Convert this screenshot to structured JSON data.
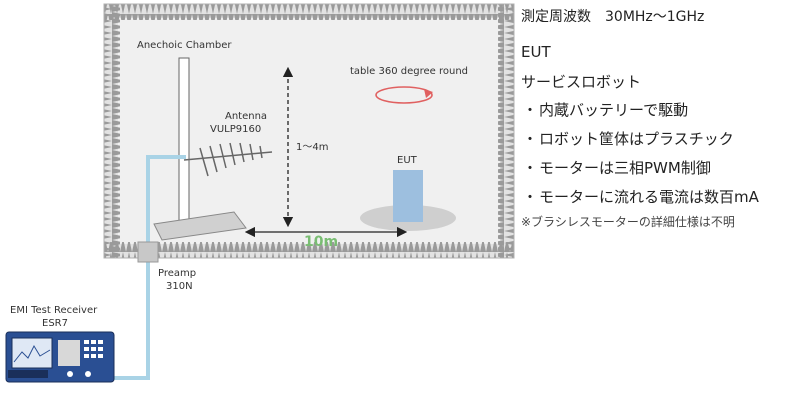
{
  "diagram": {
    "chamber_label": "Anechoic Chamber",
    "antenna_label": "Antenna",
    "antenna_model": "VULP9160",
    "height_range": "1～4m",
    "rotation_label": "table 360 degree round",
    "eut_label": "EUT",
    "distance_label": "10m",
    "preamp_label": "Preamp",
    "preamp_model": "310N",
    "receiver_label": "EMI Test Receiver",
    "receiver_model": "ESR7",
    "colors": {
      "absorber": "#9a9a9a",
      "chamber_floor": "#ececec",
      "cable": "#a9d3e6",
      "eut": "#9dbfdf",
      "distance_text": "#79bd72",
      "rotation_arrow": "#e06060",
      "receiver_body": "#2a4f93"
    }
  },
  "info": {
    "frequency": "測定周波数　30MHz～1GHz",
    "eut_heading": "EUT",
    "robot": "サービスロボット",
    "bullet_char": "・",
    "bullets": [
      "内蔵バッテリーで駆動",
      "ロボット筐体はプラスチック",
      "モーターは三相PWM制御",
      "モーターに流れる電流は数百mA"
    ],
    "note": "※ブラシレスモーターの詳細仕様は不明"
  }
}
